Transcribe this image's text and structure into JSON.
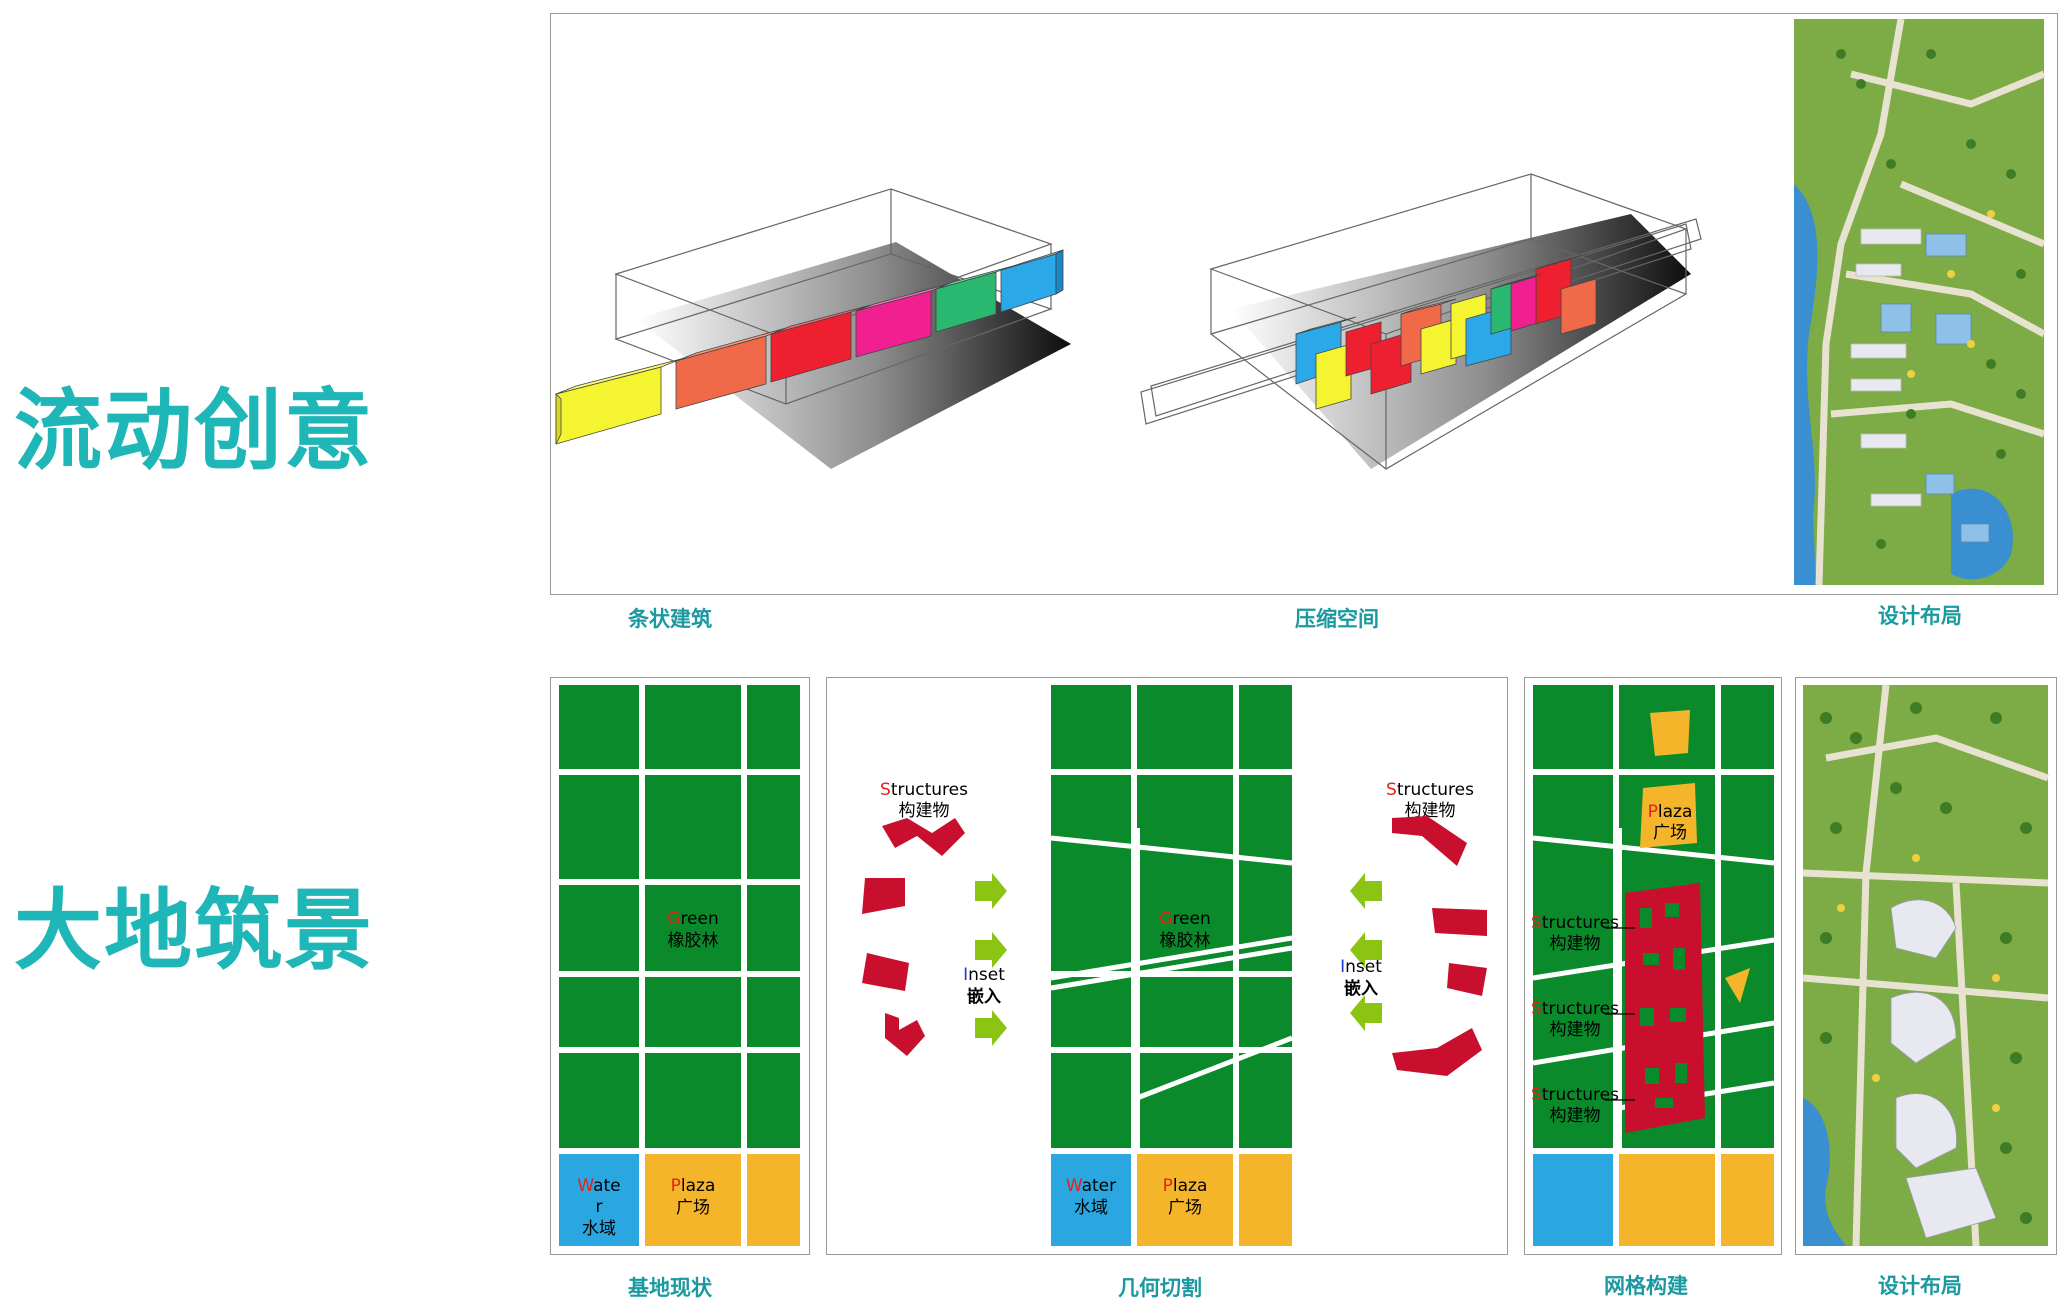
{
  "titles": {
    "flow_creativity": "流动创意",
    "land_landscape": "大地筑景"
  },
  "captions": {
    "strip_building": "条状建筑",
    "compressed_space": "压缩空间",
    "design_layout_top": "设计布局",
    "site_status": "基地现状",
    "geometric_cut": "几何切割",
    "grid_construction": "网格构建",
    "design_layout_bottom": "设计布局"
  },
  "labels": {
    "green_initial": "G",
    "green_rest": "reen",
    "green_cn": "橡胶林",
    "water_initial": "W",
    "water_rest": "ate",
    "water_rest2": "r",
    "water_compact_rest": "ater",
    "water_cn": "水域",
    "plaza_initial": "P",
    "plaza_rest": "laza",
    "plaza_cn": "广场",
    "structures_initial": "S",
    "structures_rest": "tructures",
    "structures_cn": "构建物",
    "inset_initial": "I",
    "inset_rest": "nset",
    "inset_cn": "嵌入"
  },
  "colors": {
    "title": "#1fb6b8",
    "caption": "#1a9aa0",
    "green": "#0a8a2a",
    "water": "#2aa6e0",
    "plaza": "#f5b52b",
    "structure": "#c8102e",
    "arrow": "#8cc414",
    "initial_red": "#e8201a",
    "initial_blue": "#1a3ad0"
  }
}
